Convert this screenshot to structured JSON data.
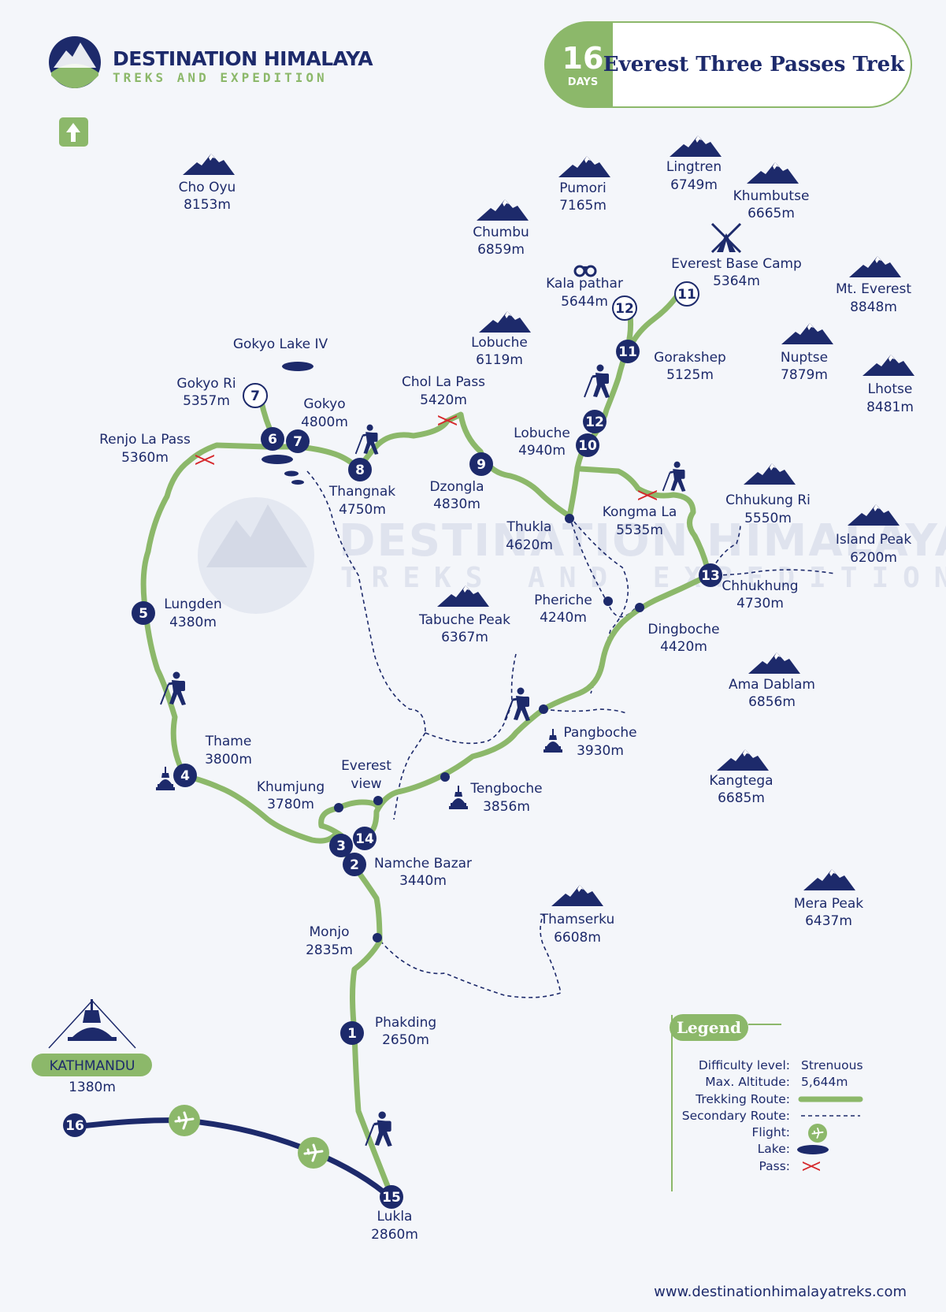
{
  "brand": {
    "name": "DESTINATION HIMALAYA",
    "tagline": "TREKS AND EXPEDITION"
  },
  "header": {
    "days": "16",
    "days_label": "DAYS",
    "title": "Everest Three Passes Trek"
  },
  "website": "www.destinationhimalayatreks.com",
  "colors": {
    "navy": "#1d2a6b",
    "green": "#8cb86a",
    "pass_red": "#d6282c",
    "background": "#f4f6fa"
  },
  "icons": [
    "north-arrow-icon",
    "mountain-icon",
    "trekker-icon",
    "stupa-icon",
    "tent-icon",
    "binoculars-icon",
    "plane-icon",
    "lake-icon",
    "pass-icon"
  ],
  "mountains": [
    {
      "name": "Cho Oyu",
      "altitude": "8153m"
    },
    {
      "name": "Pumori",
      "altitude": "7165m"
    },
    {
      "name": "Lingtren",
      "altitude": "6749m"
    },
    {
      "name": "Khumbutse",
      "altitude": "6665m"
    },
    {
      "name": "Chumbu",
      "altitude": "6859m"
    },
    {
      "name": "Mt. Everest",
      "altitude": "8848m"
    },
    {
      "name": "Lobuche",
      "altitude": "6119m"
    },
    {
      "name": "Nuptse",
      "altitude": "7879m"
    },
    {
      "name": "Lhotse",
      "altitude": "8481m"
    },
    {
      "name": "Chhukung Ri",
      "altitude": "5550m"
    },
    {
      "name": "Island Peak",
      "altitude": "6200m"
    },
    {
      "name": "Tabuche Peak",
      "altitude": "6367m"
    },
    {
      "name": "Ama Dablam",
      "altitude": "6856m"
    },
    {
      "name": "Kangtega",
      "altitude": "6685m"
    },
    {
      "name": "Thamserku",
      "altitude": "6608m"
    },
    {
      "name": "Mera Peak",
      "altitude": "6437m"
    }
  ],
  "places": [
    {
      "name": "Everest Base Camp",
      "altitude": "5364m"
    },
    {
      "name": "Kala pathar",
      "altitude": "5644m"
    },
    {
      "name": "Gorakshep",
      "altitude": "5125m"
    },
    {
      "name": "Gokyo Lake IV",
      "altitude": ""
    },
    {
      "name": "Gokyo Ri",
      "altitude": "5357m"
    },
    {
      "name": "Gokyo",
      "altitude": "4800m"
    },
    {
      "name": "Chol La Pass",
      "altitude": "5420m"
    },
    {
      "name": "Lobuche",
      "altitude": "4940m"
    },
    {
      "name": "Renjo La Pass",
      "altitude": "5360m"
    },
    {
      "name": "Thangnak",
      "altitude": "4750m"
    },
    {
      "name": "Dzongla",
      "altitude": "4830m"
    },
    {
      "name": "Kongma La",
      "altitude": "5535m"
    },
    {
      "name": "Thukla",
      "altitude": "4620m"
    },
    {
      "name": "Chhukhung",
      "altitude": "4730m"
    },
    {
      "name": "Lungden",
      "altitude": "4380m"
    },
    {
      "name": "Pheriche",
      "altitude": "4240m"
    },
    {
      "name": "Dingboche",
      "altitude": "4420m"
    },
    {
      "name": "Pangboche",
      "altitude": "3930m"
    },
    {
      "name": "Thame",
      "altitude": "3800m"
    },
    {
      "name": "Everest view",
      "altitude": ""
    },
    {
      "name": "Khumjung",
      "altitude": "3780m"
    },
    {
      "name": "Tengboche",
      "altitude": "3856m"
    },
    {
      "name": "Namche Bazar",
      "altitude": "3440m"
    },
    {
      "name": "Monjo",
      "altitude": "2835m"
    },
    {
      "name": "Phakding",
      "altitude": "2650m"
    },
    {
      "name": "Lukla",
      "altitude": "2860m"
    }
  ],
  "kathmandu": {
    "name": "KATHMANDU",
    "altitude": "1380m"
  },
  "day_markers": [
    "1",
    "2",
    "3",
    "4",
    "5",
    "6",
    "7",
    "7",
    "8",
    "9",
    "10",
    "11",
    "11",
    "12",
    "12",
    "13",
    "14",
    "15",
    "16"
  ],
  "legend": {
    "title": "Legend",
    "difficulty_label": "Difficulty level:",
    "difficulty_value": "Strenuous",
    "altitude_label": "Max. Altitude:",
    "altitude_value": "5,644m",
    "trekking_label": "Trekking Route:",
    "secondary_label": "Secondary Route:",
    "flight_label": "Flight:",
    "lake_label": "Lake:",
    "pass_label": "Pass:"
  }
}
